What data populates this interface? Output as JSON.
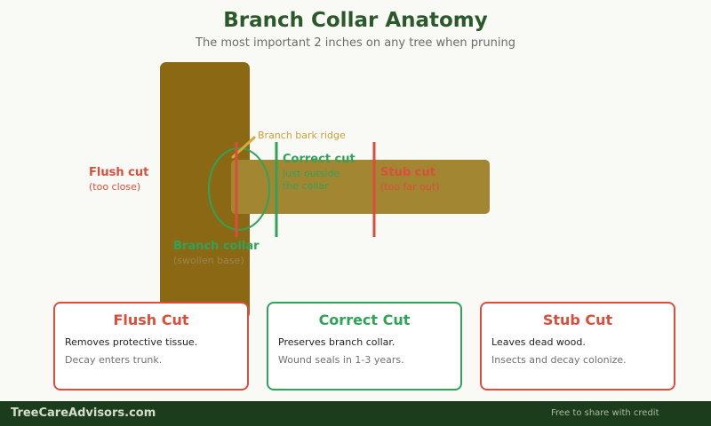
{
  "header": {
    "title": "Branch Collar Anatomy",
    "subtitle": "The most important 2 inches on any tree when pruning"
  },
  "diagram": {
    "bark_ridge_label": "Branch bark ridge",
    "collar_label": "Branch collar",
    "collar_sub": "(swollen base)",
    "flush": {
      "label": "Flush cut",
      "sub": "(too close)"
    },
    "correct": {
      "label": "Correct cut",
      "sub1": "Just outside",
      "sub2": "the collar"
    },
    "stub": {
      "label": "Stub cut",
      "sub": "(too far out)"
    }
  },
  "cards": [
    {
      "title": "Flush Cut",
      "line1": "Removes protective tissue.",
      "line2": "Decay enters trunk."
    },
    {
      "title": "Correct Cut",
      "line1": "Preserves branch collar.",
      "line2": "Wound seals in 1-3 years."
    },
    {
      "title": "Stub Cut",
      "line1": "Leaves dead wood.",
      "line2": "Insects and decay colonize."
    }
  ],
  "footer": {
    "brand": "TreeCareAdvisors.com",
    "credit": "Free to share with credit"
  },
  "colors": {
    "trunk": "#8b6914",
    "branch": "#a38632",
    "bad": "#d94f3b",
    "good": "#2fa35a",
    "ridge": "#d7a83a",
    "title": "#2a5a2a",
    "footer": "#1c3d1c"
  }
}
